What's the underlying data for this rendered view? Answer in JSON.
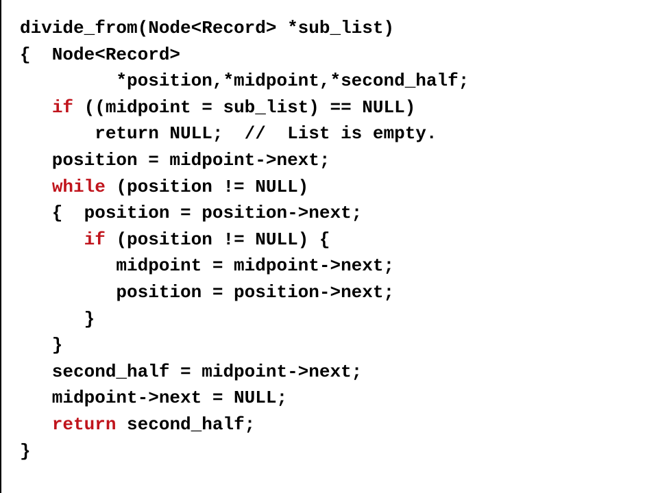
{
  "colors": {
    "background": "#ffffff",
    "text": "#000000",
    "keyword": "#c0141c"
  },
  "code": {
    "lines": [
      [
        {
          "text": "divide_from(Node<Record> *sub_list)"
        }
      ],
      [
        {
          "text": "{  Node<Record>"
        }
      ],
      [
        {
          "text": "         *position,*midpoint,*second_half;"
        }
      ],
      [
        {
          "text": "   "
        },
        {
          "text": "if",
          "kw": true
        },
        {
          "text": " ((midpoint = sub_list) == NULL)"
        }
      ],
      [
        {
          "text": "       return NULL;  //  List is empty."
        }
      ],
      [
        {
          "text": "   position = midpoint->next;"
        }
      ],
      [
        {
          "text": "   "
        },
        {
          "text": "while",
          "kw": true
        },
        {
          "text": " (position != NULL)"
        }
      ],
      [
        {
          "text": "   {  position = position->next;"
        }
      ],
      [
        {
          "text": "      "
        },
        {
          "text": "if",
          "kw": true
        },
        {
          "text": " (position != NULL) {"
        }
      ],
      [
        {
          "text": "         midpoint = midpoint->next;"
        }
      ],
      [
        {
          "text": "         position = position->next;"
        }
      ],
      [
        {
          "text": "      }"
        }
      ],
      [
        {
          "text": "   }"
        }
      ],
      [
        {
          "text": "   second_half = midpoint->next;"
        }
      ],
      [
        {
          "text": "   midpoint->next = NULL;"
        }
      ],
      [
        {
          "text": "   "
        },
        {
          "text": "return",
          "kw": true
        },
        {
          "text": " second_half;"
        }
      ],
      [
        {
          "text": "}"
        }
      ]
    ]
  }
}
